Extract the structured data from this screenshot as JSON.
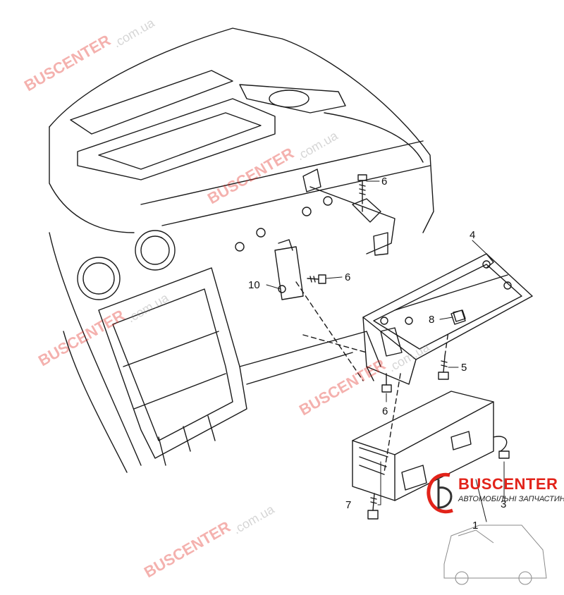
{
  "diagram": {
    "callouts": [
      {
        "id": "c1",
        "label": "1"
      },
      {
        "id": "c3",
        "label": "3"
      },
      {
        "id": "c4",
        "label": "4"
      },
      {
        "id": "c5",
        "label": "5"
      },
      {
        "id": "c6a",
        "label": "6"
      },
      {
        "id": "c6b",
        "label": "6"
      },
      {
        "id": "c6c",
        "label": "6"
      },
      {
        "id": "c7",
        "label": "7"
      },
      {
        "id": "c8",
        "label": "8"
      },
      {
        "id": "c10",
        "label": "10"
      }
    ]
  },
  "watermark": {
    "brand_red": "BUSCENTER",
    "brand_grey": ".com.ua"
  },
  "logo": {
    "title": "BUSCENTER",
    "subtitle": "АВТОМОБІЛЬНІ ЗАПЧАСТИНИ"
  },
  "colors": {
    "line": "#1a1a1a",
    "accent": "#e2231a",
    "background": "#ffffff"
  }
}
